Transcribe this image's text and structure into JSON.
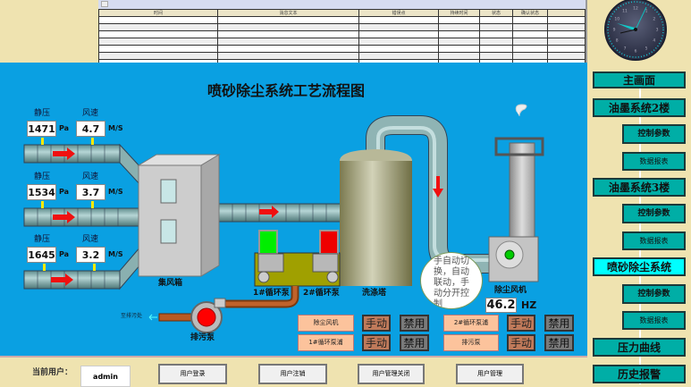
{
  "alarm_table": {
    "columns": [
      "时间",
      "消息文本",
      "错误点",
      "持续时间",
      "状态",
      "确认状态",
      ""
    ],
    "row_count": 7
  },
  "title": "喷砂除尘系统工艺流程图",
  "ducts": [
    {
      "pressure_label": "静压",
      "pressure": "1471",
      "pressure_unit": "Pa",
      "speed_label": "风速",
      "speed": "4.7",
      "speed_unit": "M/S"
    },
    {
      "pressure_label": "静压",
      "pressure": "1534",
      "pressure_unit": "Pa",
      "speed_label": "风速",
      "speed": "3.7",
      "speed_unit": "M/S"
    },
    {
      "pressure_label": "静压",
      "pressure": "1645",
      "pressure_unit": "Pa",
      "speed_label": "风速",
      "speed": "3.2",
      "speed_unit": "M/S"
    }
  ],
  "equipment": {
    "collector": "集风箱",
    "pump1": "1#循环泵",
    "pump2": "2#循环泵",
    "tower": "洗涤塔",
    "fan": "除尘风机",
    "fan_freq": "46.2",
    "fan_freq_unit": "HZ",
    "sewage_pump": "排污泵",
    "sewage_dest": "至排污处"
  },
  "tooltip": "手自动切换，自动联动，手动分开控制",
  "controls": [
    {
      "name": "除尘风机",
      "manual": "手动",
      "disable": "禁用"
    },
    {
      "name": "1#循环泵浦",
      "manual": "手动",
      "disable": "禁用"
    },
    {
      "name": "2#循环泵浦",
      "manual": "手动",
      "disable": "禁用"
    },
    {
      "name": "排污泵",
      "manual": "手动",
      "disable": "禁用"
    }
  ],
  "clock_numbers": [
    "12",
    "1",
    "2",
    "3",
    "4",
    "5",
    "6",
    "7",
    "8",
    "9",
    "10",
    "11"
  ],
  "sidebar": [
    {
      "label": "主画面"
    },
    {
      "label": "油墨系统2楼"
    },
    {
      "label": "控制参数"
    },
    {
      "label": "数据报表"
    },
    {
      "label": "油墨系统3楼"
    },
    {
      "label": "控制参数"
    },
    {
      "label": "数据报表"
    },
    {
      "label": "喷砂除尘系统",
      "active": true
    },
    {
      "label": "控制参数"
    },
    {
      "label": "数据报表"
    },
    {
      "label": "压力曲线"
    },
    {
      "label": "历史报警"
    }
  ],
  "user": {
    "label": "当前用户：",
    "value": "admin",
    "buttons": [
      "用户登录",
      "用户注销",
      "用户管理关闭",
      "用户管理"
    ]
  }
}
